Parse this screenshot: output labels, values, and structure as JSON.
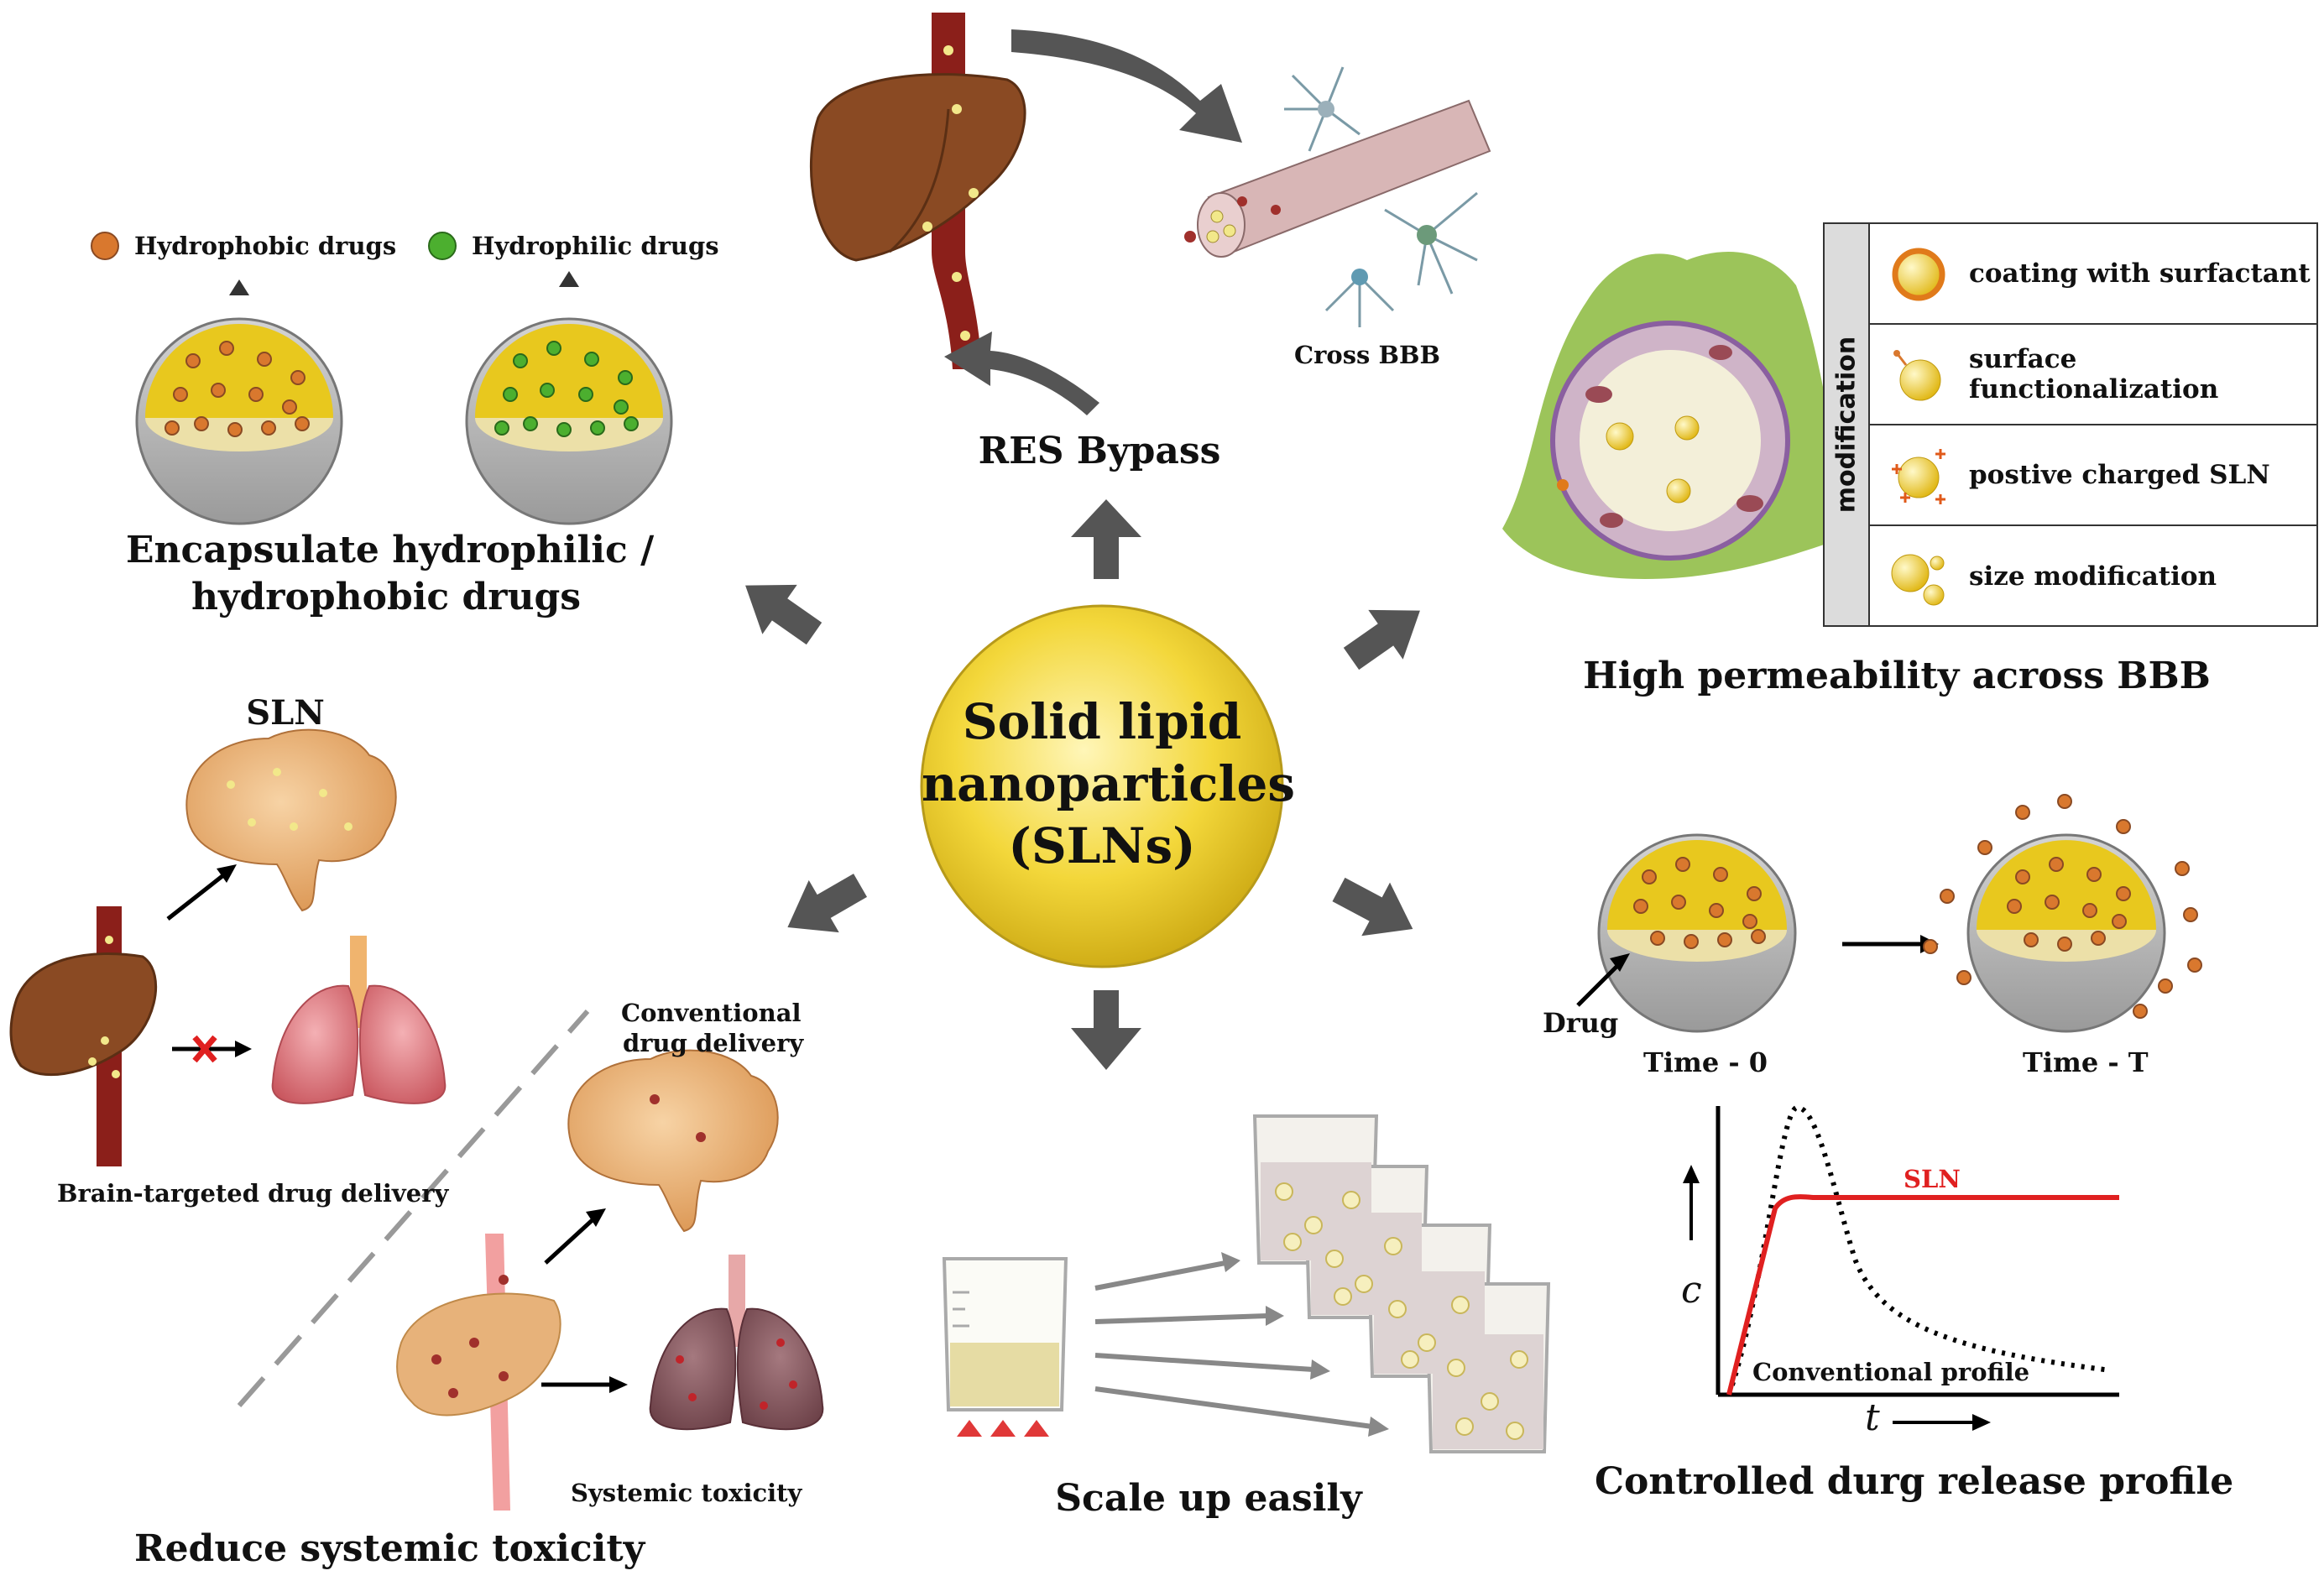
{
  "center": {
    "line1": "Solid lipid",
    "line2": "nanoparticles",
    "line3": "(SLNs)"
  },
  "encapsulate": {
    "hydrophobic_label": "Hydrophobic drugs",
    "hydrophilic_label": "Hydrophilic drugs",
    "title_line1": "Encapsulate hydrophilic /",
    "title_line2": "hydrophobic drugs"
  },
  "res": {
    "cross_bbb": "Cross BBB",
    "title": "RES Bypass"
  },
  "permeability": {
    "side_label": "modification",
    "rows": [
      "coating with surfactant",
      "surface functionalization",
      "postive charged SLN",
      "size modification"
    ],
    "title": "High permeability across BBB"
  },
  "toxicity": {
    "sln_label": "SLN",
    "brain_targeted": "Brain-targeted drug delivery",
    "conventional_line1": "Conventional",
    "conventional_line2": "drug delivery",
    "systemic": "Systemic toxicity",
    "title": "Reduce systemic toxicity"
  },
  "scale": {
    "title": "Scale up easily"
  },
  "release": {
    "drug": "Drug",
    "time0": "Time - 0",
    "timeT": "Time - T",
    "sln_curve": "SLN",
    "conventional_profile": "Conventional profile",
    "ylabel": "c",
    "xlabel": "t",
    "title": "Controlled durg release profile"
  },
  "colors": {
    "lipid_yellow": "#e6c81e",
    "shell_grey": "#b9b9b9",
    "drug_orange": "#d9782e",
    "drug_green": "#4caf2f",
    "liver_brown": "#8a4a23",
    "vessel_red": "#8b1f1a",
    "arrow_grey": "#555555",
    "sln_red": "#e02020"
  }
}
